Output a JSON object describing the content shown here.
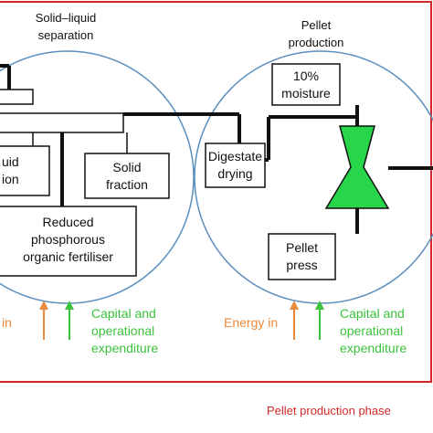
{
  "colors": {
    "frame": "#d62828",
    "circle": "#5b8fbf",
    "line": "#111111",
    "pellet_press_shape": "#27d64b",
    "capital_arrow": "#3cc23c",
    "energy_arrow": "#e88a3c"
  },
  "separation": {
    "title_line1": "Solid–liquid",
    "title_line2": "separation",
    "liquid_line1": "uid",
    "liquid_line2": "ion",
    "solid_line1": "Solid",
    "solid_line2": "fraction",
    "fertiliser_line1": "Reduced",
    "fertiliser_line2": "phosphorous",
    "fertiliser_line3": "organic fertiliser",
    "energy_in": "in",
    "capital_line1": "Capital and",
    "capital_line2": "operational",
    "capital_line3": "expenditure"
  },
  "pellet": {
    "title_line1": "Pellet",
    "title_line2": "production",
    "moisture_line1": "10%",
    "moisture_line2": "moisture",
    "drying_line1": "Digestate",
    "drying_line2": "drying",
    "press_line1": "Pellet",
    "press_line2": "press",
    "energy_in": "Energy in",
    "capital_line1": "Capital and",
    "capital_line2": "operational",
    "capital_line3": "expenditure"
  },
  "phase_label": "Pellet production phase"
}
